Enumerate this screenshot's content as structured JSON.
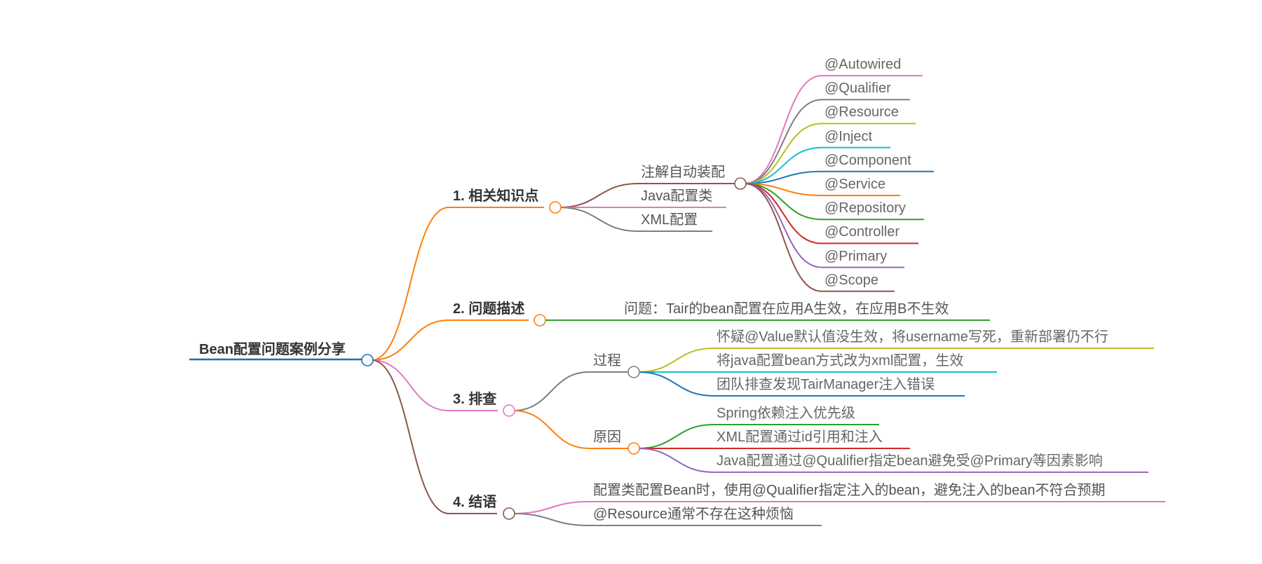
{
  "root": {
    "label": "Bean配置问题案例分享",
    "color": "#1f6fb5"
  },
  "topics": [
    {
      "id": "t1",
      "label": "1. 相关知识点",
      "color": "#ff7f0e",
      "children": [
        {
          "id": "t1a",
          "label": "注解自动装配",
          "color": "#8c564b",
          "children": [
            {
              "label": "@Autowired",
              "color": "#e377c2"
            },
            {
              "label": "@Qualifier",
              "color": "#7f7f7f"
            },
            {
              "label": "@Resource",
              "color": "#bcbd22"
            },
            {
              "label": "@Inject",
              "color": "#17becf"
            },
            {
              "label": "@Component",
              "color": "#1f77b4"
            },
            {
              "label": "@Service",
              "color": "#ff7f0e"
            },
            {
              "label": "@Repository",
              "color": "#2ca02c"
            },
            {
              "label": "@Controller",
              "color": "#d62728"
            },
            {
              "label": "@Primary",
              "color": "#9467bd"
            },
            {
              "label": "@Scope",
              "color": "#8c564b"
            }
          ]
        },
        {
          "id": "t1b",
          "label": "Java配置类",
          "color": "#e377c2"
        },
        {
          "id": "t1c",
          "label": "XML配置",
          "color": "#7f7f7f"
        }
      ]
    },
    {
      "id": "t2",
      "label": "2. 问题描述",
      "color": "#ff7f0e",
      "children": [
        {
          "id": "t2a",
          "label": "问题：Tair的bean配置在应用A生效，在应用B不生效",
          "color": "#2ca02c"
        }
      ]
    },
    {
      "id": "t3",
      "label": "3. 排查",
      "color": "#e377c2",
      "children": [
        {
          "id": "t3a",
          "label": "过程",
          "color": "#7f7f7f",
          "children": [
            {
              "label": "怀疑@Value默认值没生效，将username写死，重新部署仍不行",
              "color": "#bcbd22"
            },
            {
              "label": "将java配置bean方式改为xml配置，生效",
              "color": "#17becf"
            },
            {
              "label": "团队排查发现TairManager注入错误",
              "color": "#1f77b4"
            }
          ]
        },
        {
          "id": "t3b",
          "label": "原因",
          "color": "#ff7f0e",
          "children": [
            {
              "label": "Spring依赖注入优先级",
              "color": "#2ca02c"
            },
            {
              "label": "XML配置通过id引用和注入",
              "color": "#d62728"
            },
            {
              "label": "Java配置通过@Qualifier指定bean避免受@Primary等因素影响",
              "color": "#9467bd"
            }
          ]
        }
      ]
    },
    {
      "id": "t4",
      "label": "4. 结语",
      "color": "#8c564b",
      "children": [
        {
          "id": "t4a",
          "label": "配置类配置Bean时，使用@Qualifier指定注入的bean，避免注入的bean不符合预期",
          "color": "#e377c2"
        },
        {
          "id": "t4b",
          "label": "@Resource通常不存在这种烦恼",
          "color": "#7f7f7f"
        }
      ]
    }
  ]
}
